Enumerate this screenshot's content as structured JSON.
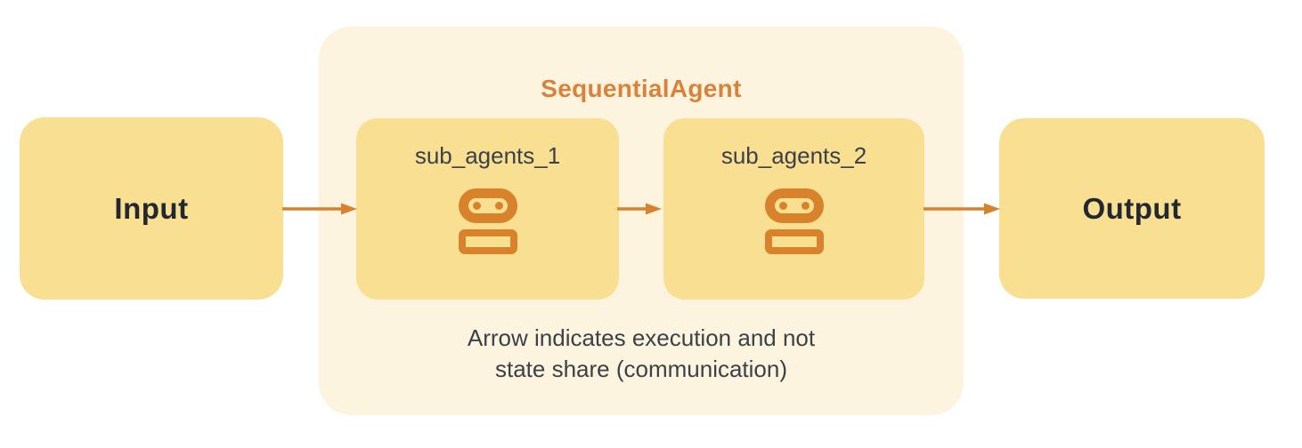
{
  "colors": {
    "canvas_bg": "#FFFFFF",
    "node_fill": "#F8DF92",
    "container_fill": "#FCF4DE",
    "accent_orange": "#D9822C",
    "title_orange": "#D9823B",
    "label_dark": "#23272F",
    "text_gray": "#3C4148"
  },
  "diagram": {
    "input": {
      "label": "Input"
    },
    "output": {
      "label": "Output"
    },
    "container": {
      "title": "SequentialAgent",
      "sub_agents": [
        {
          "label": "sub_agents_1",
          "icon": "robot-icon"
        },
        {
          "label": "sub_agents_2",
          "icon": "robot-icon"
        }
      ],
      "note": {
        "line1": "Arrow indicates execution and not",
        "line2": "state share (communication)"
      }
    }
  }
}
